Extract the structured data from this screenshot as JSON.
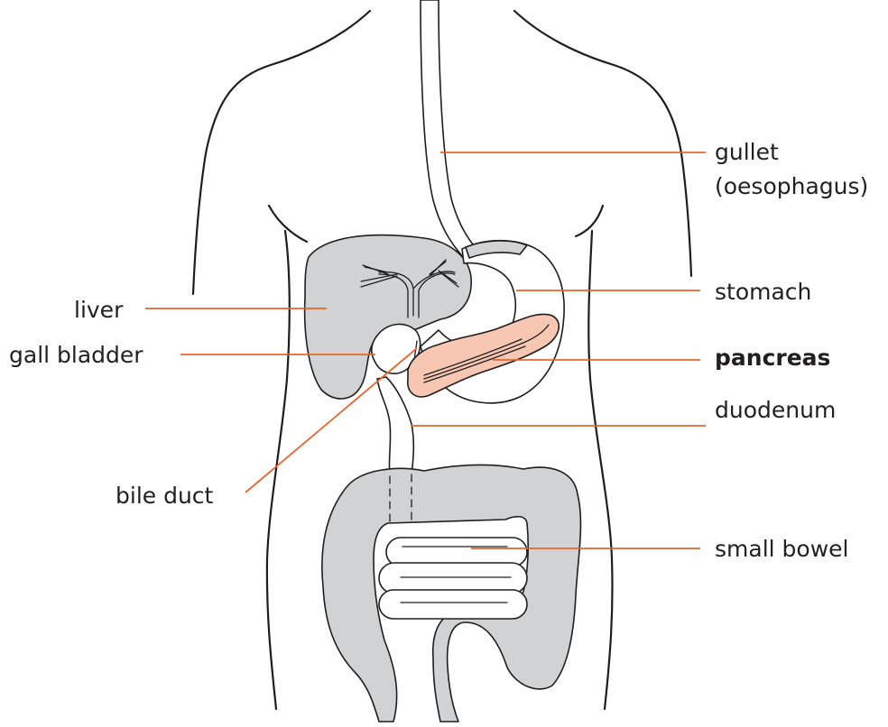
{
  "labels": {
    "gullet": "gullet",
    "oesophagus": "(oesophagus)",
    "stomach": "stomach",
    "liver": "liver",
    "gall_bladder": "gall bladder",
    "pancreas": "pancreas",
    "duodenum": "duodenum",
    "bile_duct": "bile duct",
    "small_bowel": "small bowel"
  },
  "colors": {
    "leader_line": "#e8662b",
    "organ_fill": "#d1d2d4",
    "pancreas_fill": "#f8c7b3",
    "tube_fill": "#ffffff",
    "outline": "#1e1e1e"
  },
  "emphasis": {
    "highlighted_label": "pancreas"
  }
}
